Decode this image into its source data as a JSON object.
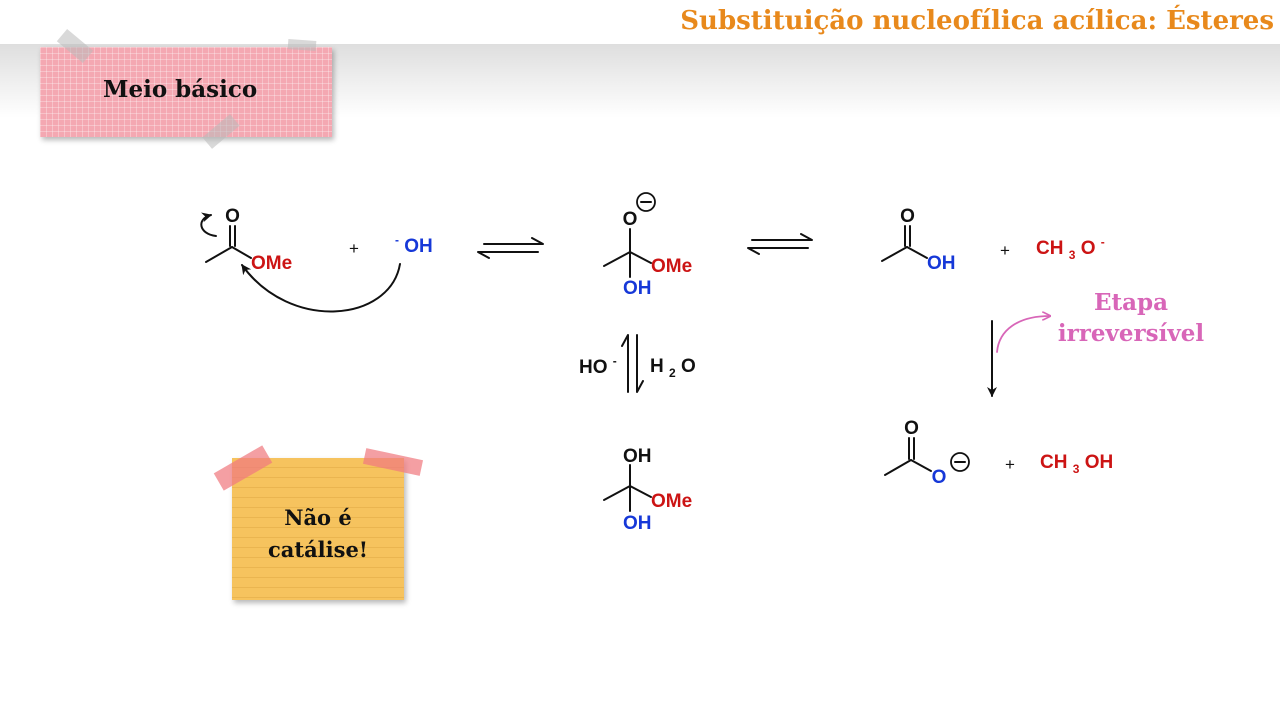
{
  "slide": {
    "title": "Substituição nucleofílica acílica: Ésteres",
    "medium_label": "Meio básico",
    "note": {
      "line1": "Não é",
      "line2": "catálise!"
    },
    "irreversible_label": {
      "line1": "Etapa",
      "line2": "irreversível"
    }
  },
  "colors": {
    "title": "#E8891C",
    "oxygen_red": "#CC1414",
    "oxygen_blue": "#1638D8",
    "annotation_pink": "#D866B8",
    "sticky_pink": "#F4A8B2",
    "sticky_yellow": "#F6C35E",
    "tape_pink": "#F07A80",
    "tape_gray": "#B9B9B9"
  },
  "reaction": {
    "plus": "+",
    "ester": {
      "carbonyl_o": "O",
      "alkoxy": "OMe"
    },
    "hydroxide": {
      "charge": "-",
      "group": "OH"
    },
    "tetrahedral_intermediate": {
      "oxide": "O",
      "charge_icon": "circled-minus-icon",
      "alkoxy": "OMe",
      "hydroxyl": "OH"
    },
    "carboxylic_acid": {
      "carbonyl_o": "O",
      "hydroxyl": "OH"
    },
    "methoxide": {
      "a": "CH",
      "sub": "3",
      "b": "O",
      "sup": "-"
    },
    "carboxylate": {
      "carbonyl_o": "O",
      "oxide": "O",
      "charge_icon": "circled-minus-icon"
    },
    "methanol": {
      "a": "CH",
      "sub": "3",
      "b": "OH"
    },
    "hydrate_equilibrium": {
      "reagent": {
        "a": "HO",
        "sup": "-"
      },
      "product": {
        "a": "H",
        "sub": "2",
        "b": "O"
      }
    },
    "tetrahedral_hydrate": {
      "top_hydroxyl": "OH",
      "alkoxy": "OMe",
      "bottom_hydroxyl": "OH"
    }
  }
}
